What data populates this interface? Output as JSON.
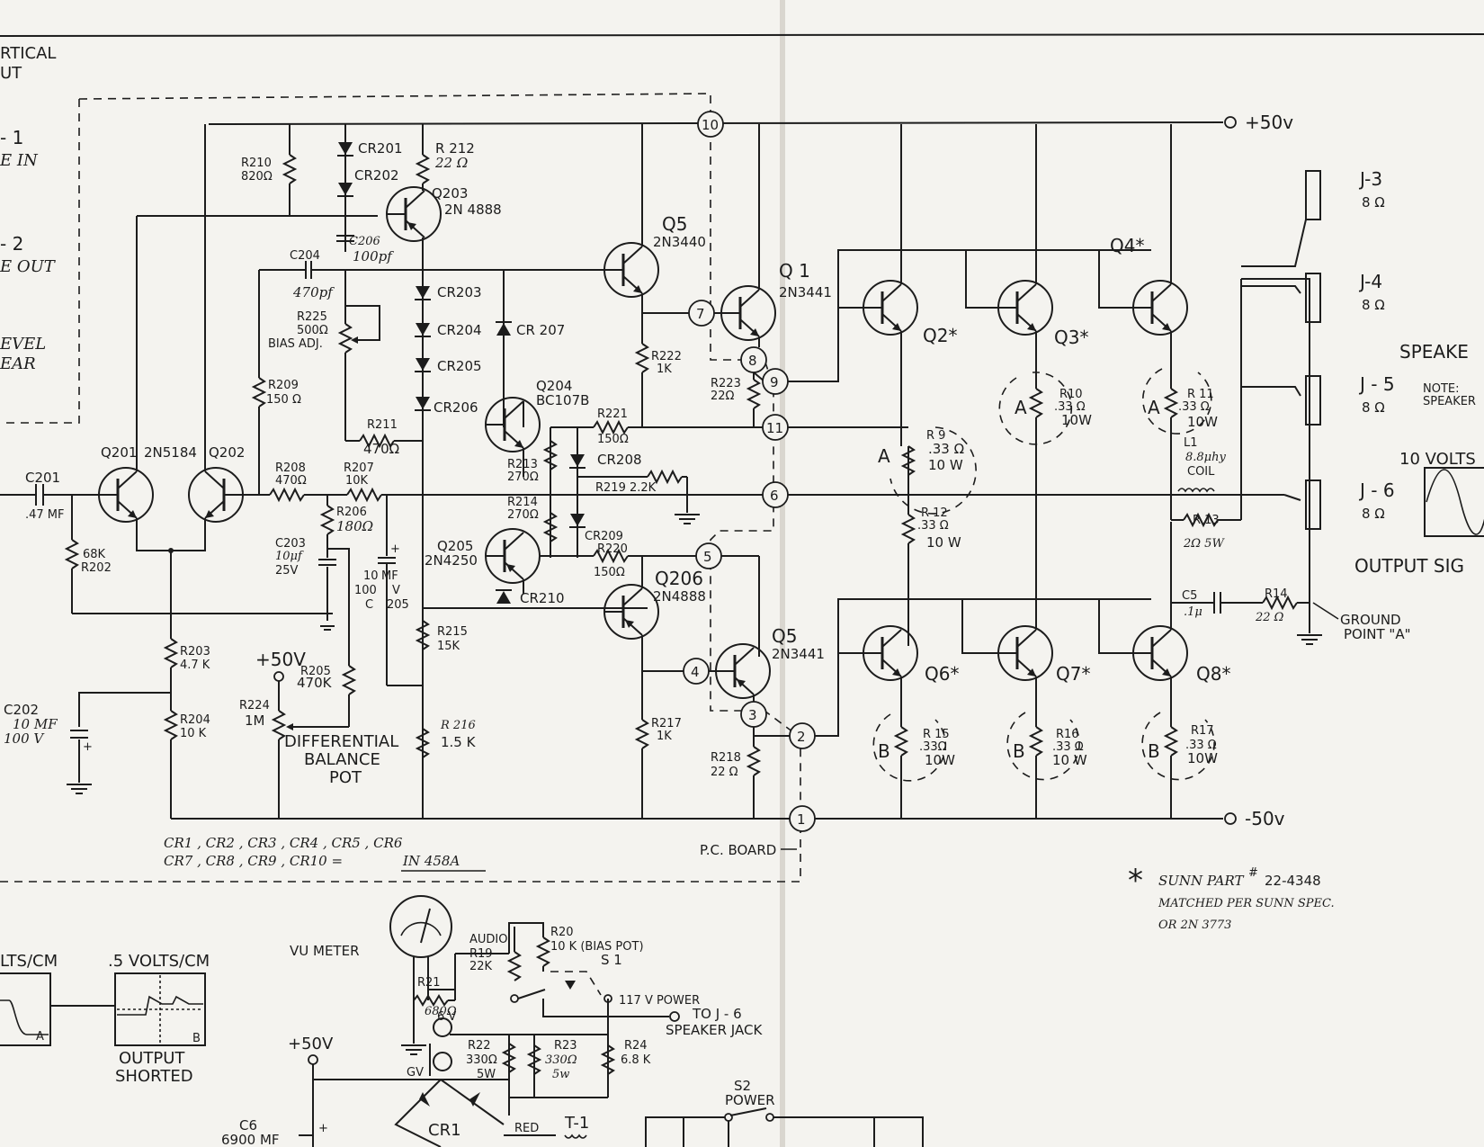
{
  "left_edge": {
    "vertical_in": [
      "RTICAL",
      "UT"
    ],
    "j1": [
      "- 1",
      "E IN"
    ],
    "j2": [
      "- 2",
      "E OUT"
    ],
    "level": [
      "EVEL",
      "EAR"
    ]
  },
  "supply": {
    "pos": "+50v",
    "neg": "-50v",
    "bias": "+50V"
  },
  "nodes": [
    "1",
    "2",
    "3",
    "4",
    "5",
    "6",
    "7",
    "8",
    "9",
    "10",
    "11"
  ],
  "transistors": {
    "q201": "Q201",
    "q202": {
      "name": "Q202",
      "type": "2N5184"
    },
    "q203": {
      "name": "Q203",
      "type": "2N 4888"
    },
    "q204": {
      "name": "Q204",
      "type": "BC107B"
    },
    "q205": {
      "name": "Q205",
      "type": "2N4250"
    },
    "q206": {
      "name": "Q206",
      "type": "2N4888"
    },
    "q5_top": {
      "name": "Q5",
      "type": "2N3440"
    },
    "q1": {
      "name": "Q 1",
      "type": "2N3441"
    },
    "q5_bot": {
      "name": "Q5",
      "type": "2N3441"
    },
    "q2": "Q2*",
    "q3": "Q3*",
    "q4": "Q4*",
    "q6": "Q6*",
    "q7": "Q7*",
    "q8": "Q8*"
  },
  "resistors": {
    "r210": [
      "R210",
      "820Ω"
    ],
    "r212": [
      "R 212",
      "22 Ω"
    ],
    "r225": [
      "R225",
      "500Ω",
      "BIAS ADJ."
    ],
    "r209": [
      "R209",
      "150 Ω"
    ],
    "r211": [
      "R211",
      "470Ω"
    ],
    "r208": [
      "R208",
      "470Ω"
    ],
    "r207": [
      "R207",
      "10K"
    ],
    "r206": [
      "R206",
      "180Ω"
    ],
    "r202": [
      "68K",
      "R202"
    ],
    "r203": [
      "R203",
      "4.7 K"
    ],
    "r204": [
      "R204",
      "10 K"
    ],
    "r205": [
      "R205",
      "470K"
    ],
    "r224": [
      "R224",
      "1M"
    ],
    "r213": [
      "R213",
      "270Ω"
    ],
    "r214": [
      "R214",
      "270Ω"
    ],
    "r221": [
      "R221",
      "150Ω"
    ],
    "r219": [
      "R219  2.2K"
    ],
    "r220": [
      "R220",
      "150Ω"
    ],
    "r222": [
      "R222",
      "1K"
    ],
    "r223": [
      "R223",
      "22Ω"
    ],
    "r215": [
      "R215",
      "15K"
    ],
    "r216": [
      "R 216",
      "1.5 K"
    ],
    "r217": [
      "R217",
      "1K"
    ],
    "r218": [
      "R218",
      "22 Ω"
    ],
    "r9": [
      "R 9",
      ".33 Ω",
      "10 W"
    ],
    "r10": [
      "R10",
      ".33 Ω",
      "10W"
    ],
    "r11": [
      "R 11",
      ".33 Ω",
      "10W"
    ],
    "r12": [
      "R 12",
      ".33 Ω",
      "10 W"
    ],
    "r13": [
      "R 13",
      "2Ω 5W"
    ],
    "r14": [
      "R14",
      "22 Ω"
    ],
    "r15": [
      "R 15",
      ".33Ω",
      "10W"
    ],
    "r16": [
      "R16",
      ".33 Ω",
      "10 W"
    ],
    "r17": [
      "R17",
      ".33 Ω",
      "10W"
    ],
    "r19": [
      "R19",
      "22K"
    ],
    "r20": [
      "R20",
      "10 K (BIAS POT)"
    ],
    "r21": [
      "R21",
      "680Ω"
    ],
    "r22": [
      "R22",
      "330Ω",
      "5W"
    ],
    "r23": [
      "R23",
      "330Ω",
      "5w"
    ],
    "r24": [
      "R24",
      "6.8 K"
    ]
  },
  "diodes": [
    "CR201",
    "CR202",
    "CR203",
    "CR204",
    "CR205",
    "CR206",
    "CR 207",
    "CR208",
    "CR209",
    "CR210"
  ],
  "capacitors": {
    "c201": [
      "C201",
      ".47 MF"
    ],
    "c202": [
      "C202",
      "10 MF",
      "100 V"
    ],
    "c203": [
      "C203",
      "10μf",
      "25V"
    ],
    "c204": [
      "C204",
      "470pf"
    ],
    "c205": [
      "10",
      "MF",
      "100",
      "V",
      "C",
      "205"
    ],
    "c206": [
      "C206",
      "100pf"
    ],
    "c5": [
      "C5",
      ".1μ"
    ],
    "c6": [
      "C6",
      "6900 MF"
    ]
  },
  "coil": [
    "L1",
    "8.8μhy",
    "COIL"
  ],
  "diff_pot": [
    "DIFFERENTIAL",
    "BALANCE",
    "POT"
  ],
  "diode_note": [
    "CR1 , CR2 , CR3 , CR4 , CR5 , CR6",
    "CR7 , CR8 , CR9 , CR10 = ",
    "IN 458A"
  ],
  "pc_board": "P.C. BOARD",
  "jacks": [
    {
      "name": "J-3",
      "imp": "8 Ω"
    },
    {
      "name": "J-4",
      "imp": "8 Ω"
    },
    {
      "name": "J - 5",
      "imp": "8 Ω"
    },
    {
      "name": "J - 6",
      "imp": "8 Ω"
    }
  ],
  "speaker": {
    "label": "SPEAKE",
    "note": "NOTE:",
    "note2": "SPEAKER"
  },
  "scope_right": {
    "title": "10 VOLTS",
    "caption": "OUTPUT SIG"
  },
  "ground_point": [
    "GROUND",
    "POINT \"A\""
  ],
  "markers": {
    "a": "A",
    "b": "B"
  },
  "part_note": {
    "star": "*",
    "line1": "SUNN PART",
    "hash": "#",
    "part": "22-4348",
    "line2": "MATCHED PER SUNN SPEC.",
    "line3": "OR   2N 3773"
  },
  "scopes_bottom": {
    "left_title": "LTS/CM",
    "left_marker": "A",
    "mid_title": ".5 VOLTS/CM",
    "mid_marker": "B",
    "mid_caption": [
      "OUTPUT",
      "SHORTED"
    ]
  },
  "power_section": {
    "vu_meter": "VU METER",
    "audio": "AUDIO",
    "s1": "S 1",
    "power_117": "117 V POWER",
    "to_j6": [
      "TO J - 6",
      "SPEAKER JACK"
    ],
    "plus50": "+50V",
    "gv": "GV",
    "s2": [
      "S2",
      "POWER"
    ],
    "cr1": "CR1",
    "red": "RED",
    "t1": "T-1",
    "lamp": "6 V"
  }
}
